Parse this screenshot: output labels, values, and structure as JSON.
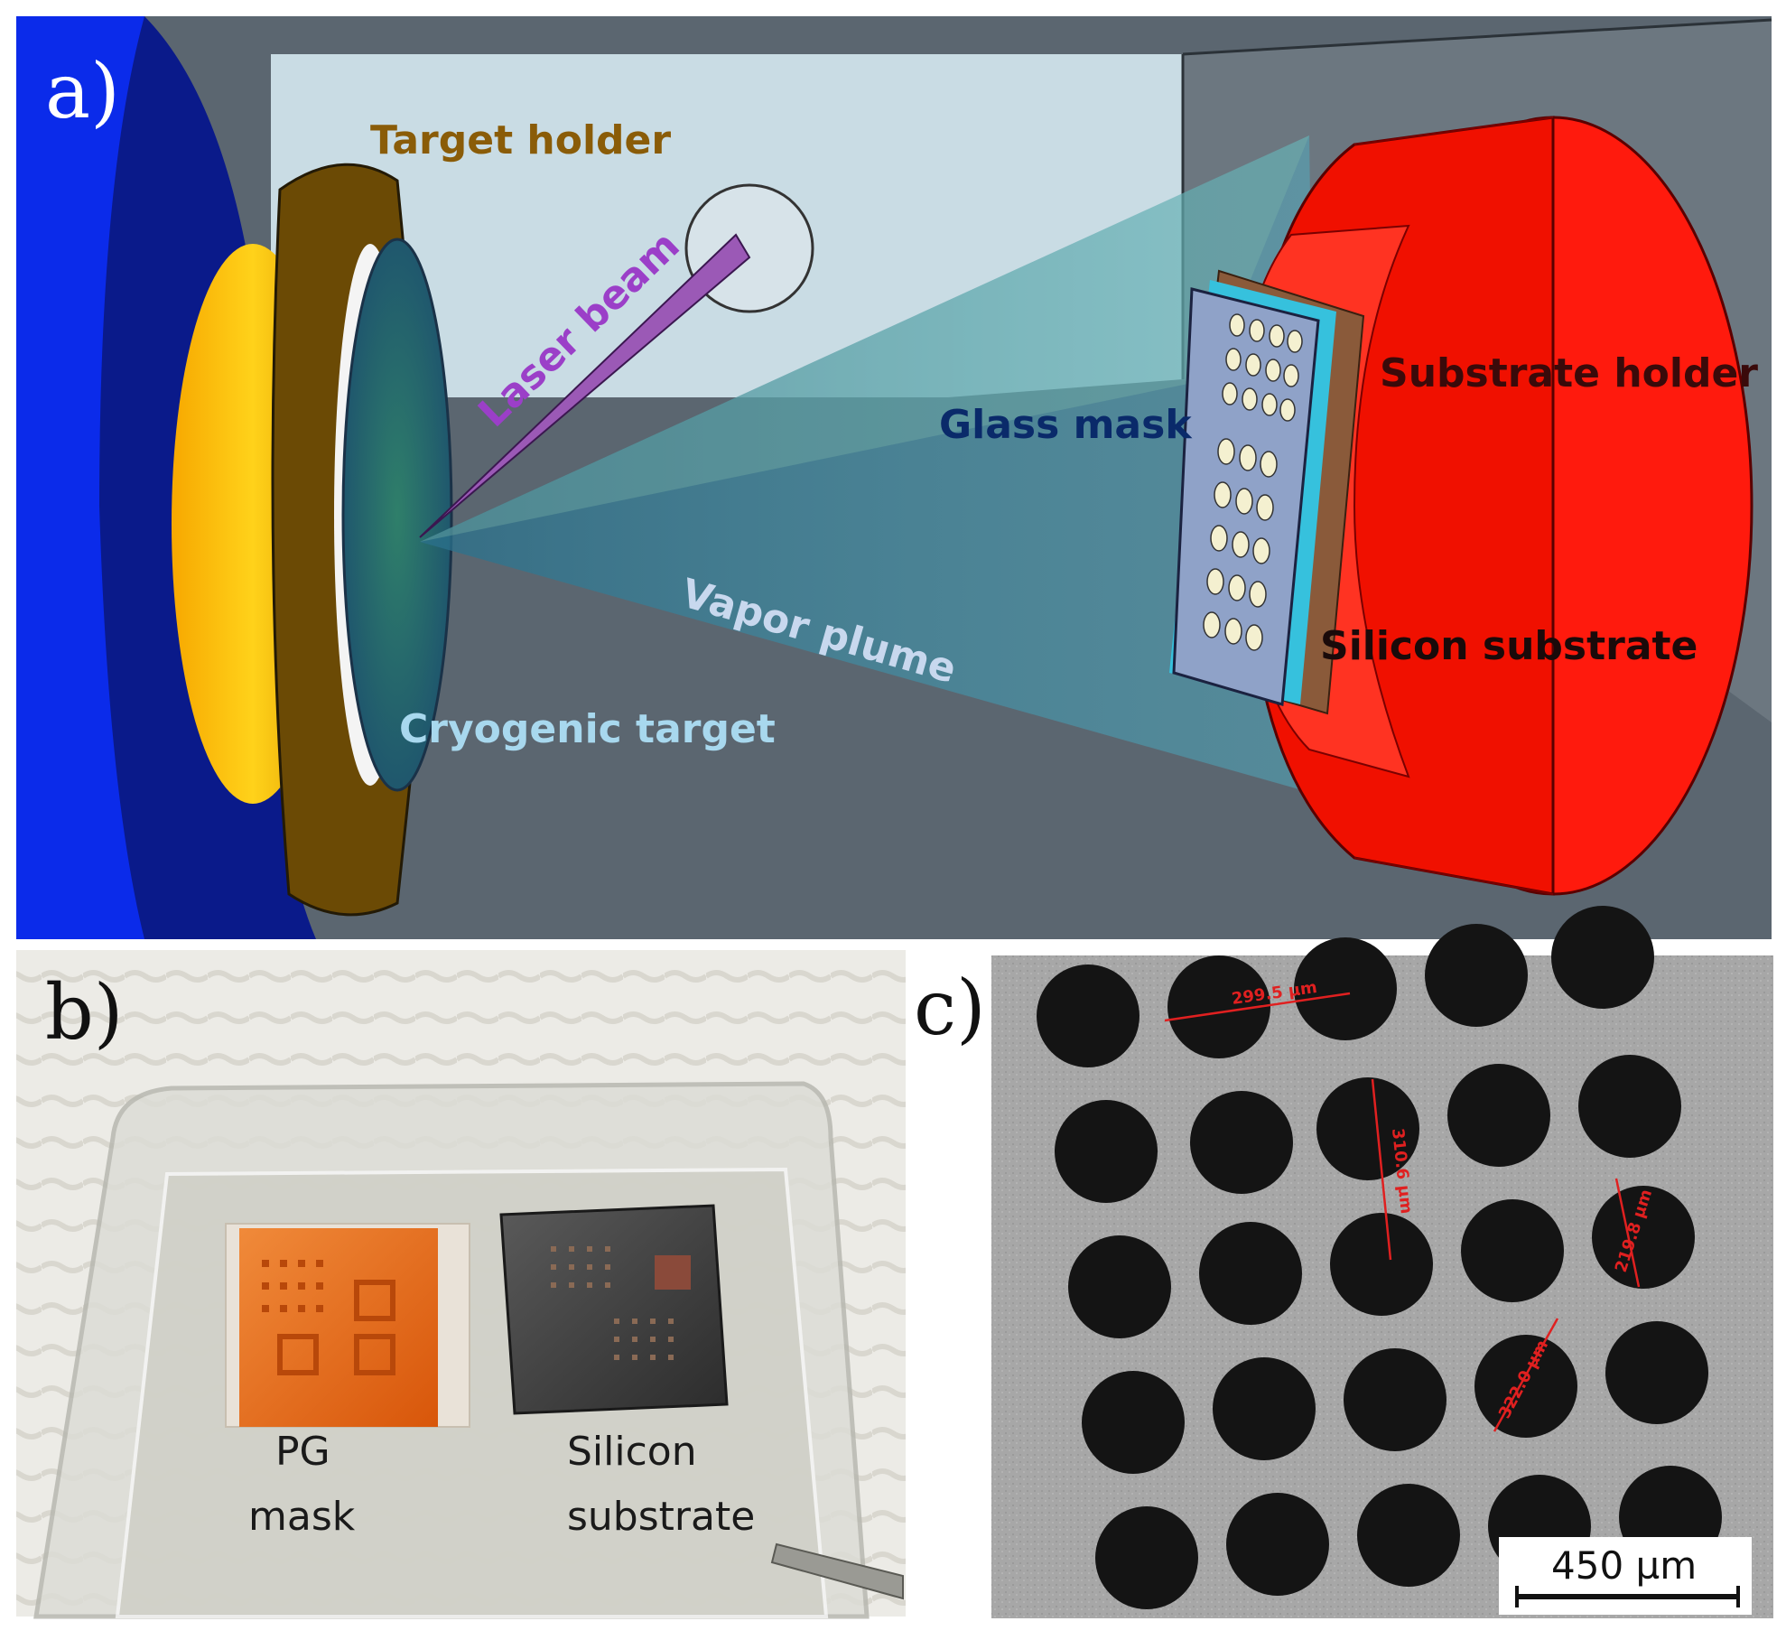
{
  "panels": {
    "a": {
      "letter": "a)",
      "labels": {
        "target_holder": "Target holder",
        "laser_beam": "Laser beam",
        "glass_mask": "Glass mask",
        "substrate_holder": "Substrate holder",
        "vapor_plume": "Vapor plume",
        "silicon_substrate": "Silicon substrate",
        "cryogenic_target": "Cryogenic target"
      },
      "colors": {
        "chamber_wall": "#5b6670",
        "back_window": "#c9dce4",
        "flange_blue": "#0a1a8a",
        "target_holder": "#6b4a05",
        "gold_ring": "#f2b400",
        "substrate_holder": "#ff1a0d",
        "laser": "#9b59b6",
        "mask_glass": "#8fa2c8"
      }
    },
    "b": {
      "letter": "b)",
      "labels": {
        "pg_mask_line1": "PG",
        "pg_mask_line2": "mask",
        "silicon_line1": "Silicon",
        "silicon_line2": "substrate"
      }
    },
    "c": {
      "letter": "c)",
      "measurements": [
        "299.5 µm",
        "310.6 µm",
        "219.8 µm",
        "322.0 µm"
      ],
      "scale_bar": "450 µm"
    }
  }
}
